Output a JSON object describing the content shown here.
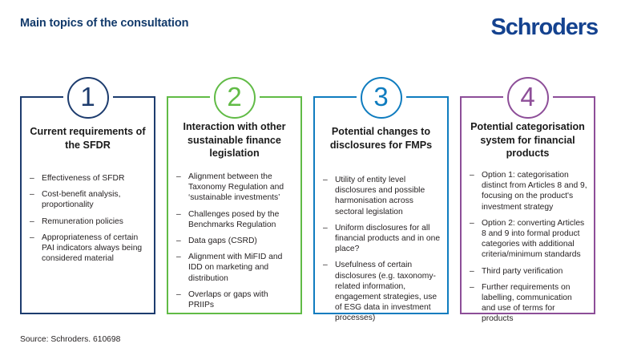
{
  "header": {
    "title": "Main topics of the consultation",
    "brand": "Schroders",
    "title_color": "#123a6b",
    "brand_color": "#14428f"
  },
  "cards": [
    {
      "number": "1",
      "color": "#1d3c6e",
      "heading": "Current requirements of the SFDR",
      "bullets": [
        "Effectiveness of SFDR",
        "Cost-benefit analysis, proportionality",
        "Remuneration policies",
        "Appropriateness of certain PAI indicators always being considered material"
      ]
    },
    {
      "number": "2",
      "color": "#61bb46",
      "heading": "Interaction with other sustainable finance legislation",
      "bullets": [
        "Alignment between the Taxonomy Regulation and ‘sustainable investments’",
        "Challenges posed by the Benchmarks Regulation",
        "Data gaps (CSRD)",
        "Alignment with MiFID and IDD on marketing and distribution",
        "Overlaps or gaps with PRIIPs"
      ]
    },
    {
      "number": "3",
      "color": "#0f7cbf",
      "heading": "Potential changes to disclosures for FMPs",
      "bullets": [
        "Utility of entity level disclosures and possible harmonisation across sectoral legislation",
        "Uniform disclosures for all financial products and in one place?",
        "Usefulness of certain disclosures (e.g. taxonomy-related information, engagement strategies, use of ESG data in investment processes)"
      ]
    },
    {
      "number": "4",
      "color": "#8d4e98",
      "heading": "Potential categorisation system for financial products",
      "bullets": [
        "Option 1: categorisation distinct from Articles 8 and 9, focusing on the product's investment strategy",
        "Option 2: converting Articles 8 and 9 into formal product categories with additional criteria/minimum standards",
        "Third party verification",
        "Further requirements on labelling, communication and use of terms for products"
      ]
    }
  ],
  "footer": {
    "source": "Source: Schroders. 610698"
  },
  "bullet_marker": "–"
}
